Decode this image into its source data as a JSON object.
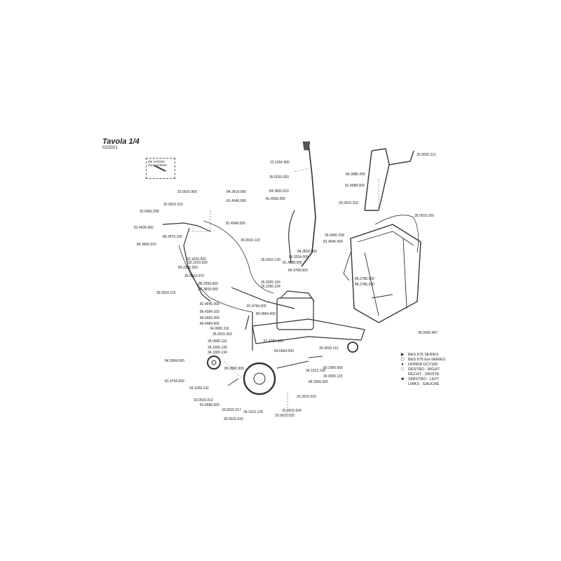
{
  "header": {
    "title": "Tavola 1/4",
    "date": "02/2021"
  },
  "inset": {
    "line1": "dal 12/2020",
    "line2": "from 12/2020"
  },
  "part_numbers": [
    "33.0010.905",
    "84.3619.000",
    "26.0010.216",
    "81.4546.000",
    "26.0050.258",
    "81.4548.000",
    "81.4530.000",
    "86.2470.100",
    "84.3605.010",
    "35.0010.120",
    "32.1010.920",
    "32.1010.930",
    "86.2356.200",
    "35.0010.070",
    "35.0010.130",
    "86.2556.000",
    "84.3818.000",
    "35.0025.100",
    "26.1050.224",
    "35.0010.110",
    "81.4645.000",
    "81.4794.000",
    "84.3994.000",
    "86.4394.100",
    "84.6000.000",
    "84.4084.500",
    "34.0006.110",
    "35.0015.300",
    "34.0006.110",
    "34.1005.130",
    "34.1005.134",
    "81.4787.000",
    "84.3994.000",
    "86.2860.305",
    "81.4794.000",
    "34.1005.132",
    "33.0015.012",
    "81.4588.000",
    "33.0015.017",
    "33.0015.015",
    "34.1012.128",
    "33.0015.004",
    "33.0015.025",
    "34.1012.128",
    "33.3015.016",
    "86.2556.000",
    "30.0005.115",
    "60.2060.000",
    "35.0015.112",
    "60.6964.000",
    "23.1050.906",
    "35.0010.050",
    "84.3605.010",
    "81.4530.000",
    "26.0010.216",
    "26.0050.258",
    "81.4645.000",
    "84.3818.000",
    "86.3254.000",
    "81.4588.000",
    "84.3708.000",
    "86.2785.000",
    "86.2786.200",
    "35.0020.212",
    "84.3685.000",
    "81.4588.000",
    "35.0010.100",
    "35.0005.487"
  ],
  "legend": [
    {
      "symbol": "▶",
      "lines": [
        "B&S 675 SERIES"
      ]
    },
    {
      "symbol": "⬡",
      "lines": [
        "B&S 675 Exi-SERIES"
      ]
    },
    {
      "symbol": "●",
      "lines": [
        "HONDA GCV160"
      ]
    },
    {
      "symbol": "□",
      "lines": [
        "DESTRO - RIGHT",
        "RECHT - DROITE"
      ]
    },
    {
      "symbol": "■",
      "lines": [
        "SINISTRO - LEFT",
        "LINKS - GAUCHE"
      ]
    }
  ]
}
